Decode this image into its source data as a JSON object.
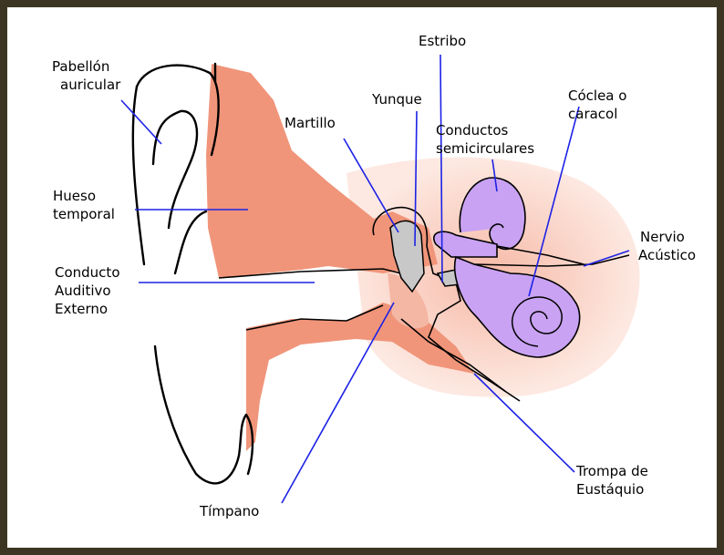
{
  "labels": {
    "pabellon": [
      "Pabellón",
      "auricular"
    ],
    "hueso": [
      "Hueso",
      "temporal"
    ],
    "conducto_externo": [
      "Conducto",
      "Auditivo",
      "Externo"
    ],
    "martillo": "Martillo",
    "yunque": "Yunque",
    "estribo": "Estribo",
    "semicirculares": [
      "Conductos",
      "semicirculares"
    ],
    "coclea": [
      "Cóclea o",
      "caracol"
    ],
    "nervio": [
      "Nervio",
      "Acústico"
    ],
    "trompa": [
      "Trompa de",
      "Eustáquio"
    ],
    "timpano": "Tímpano"
  },
  "colors": {
    "frame": "#3d3524",
    "bone": "#f0957a",
    "bone_light": "#fbd8cc",
    "cochlea": "#c9a2f3",
    "ossicle": "#c8c8c8",
    "leader": "#1d22e6"
  }
}
